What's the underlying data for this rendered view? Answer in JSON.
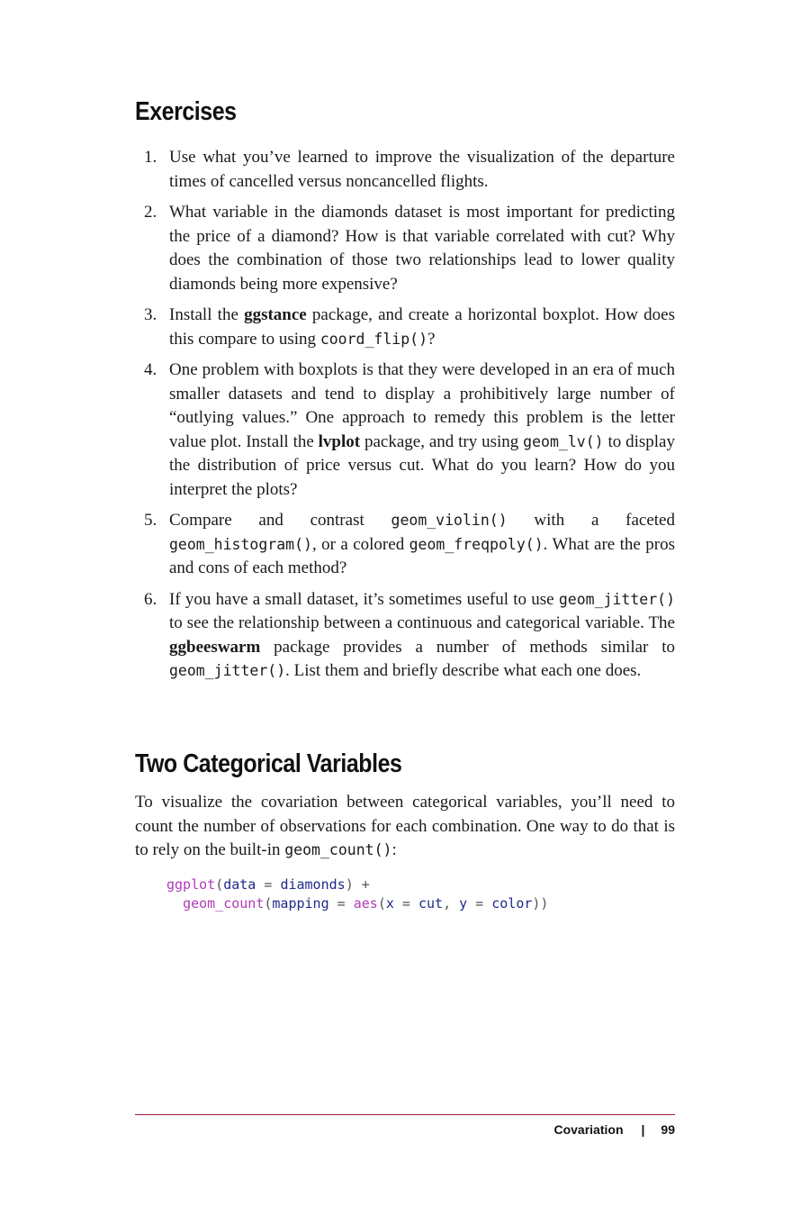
{
  "sections": {
    "exercises_title": "Exercises",
    "two_cat_title": "Two Categorical Variables"
  },
  "exercises": [
    {
      "num": "1.",
      "parts": [
        {
          "t": "text",
          "v": "Use what you’ve learned to improve the visualization of the departure times of cancelled versus noncancelled flights."
        }
      ]
    },
    {
      "num": "2.",
      "parts": [
        {
          "t": "text",
          "v": "What variable in the diamonds dataset is most important for predicting the price of a diamond? How is that variable correlated with cut? Why does the combination of those two relationships lead to lower quality diamonds being more expensive?"
        }
      ]
    },
    {
      "num": "3.",
      "parts": [
        {
          "t": "text",
          "v": "Install the "
        },
        {
          "t": "bold",
          "v": "ggstance"
        },
        {
          "t": "text",
          "v": " package, and create a horizontal boxplot. How does this compare to using "
        },
        {
          "t": "code",
          "v": "coord_flip()"
        },
        {
          "t": "text",
          "v": "?"
        }
      ]
    },
    {
      "num": "4.",
      "parts": [
        {
          "t": "text",
          "v": "One problem with boxplots is that they were developed in an era of much smaller datasets and tend to display a prohibitively large number of “outlying values.” One approach to remedy this problem is the letter value plot. Install the "
        },
        {
          "t": "bold",
          "v": "lvplot"
        },
        {
          "t": "text",
          "v": " package, and try using "
        },
        {
          "t": "code",
          "v": "geom_lv()"
        },
        {
          "t": "text",
          "v": " to display the distribution of price versus cut. What do you learn? How do you interpret the plots?"
        }
      ]
    },
    {
      "num": "5.",
      "parts": [
        {
          "t": "text",
          "v": "Compare and contrast "
        },
        {
          "t": "code",
          "v": "geom_violin()"
        },
        {
          "t": "text",
          "v": " with a faceted "
        },
        {
          "t": "code",
          "v": "geom_histogram()"
        },
        {
          "t": "text",
          "v": ", or a colored "
        },
        {
          "t": "code",
          "v": "geom_freqpoly()"
        },
        {
          "t": "text",
          "v": ". What are the pros and cons of each method?"
        }
      ]
    },
    {
      "num": "6.",
      "parts": [
        {
          "t": "text",
          "v": "If you have a small dataset, it’s sometimes useful to use "
        },
        {
          "t": "code",
          "v": "geom_jitter()"
        },
        {
          "t": "text",
          "v": " to see the relationship between a continuous and categorical variable. The "
        },
        {
          "t": "bold",
          "v": "ggbeeswarm"
        },
        {
          "t": "text",
          "v": " package provides a number of methods similar to "
        },
        {
          "t": "code",
          "v": "geom_jitter()"
        },
        {
          "t": "text",
          "v": ". List them and briefly describe what each one does."
        }
      ]
    }
  ],
  "paragraph": {
    "text": "To visualize the covariation between categorical variables, you’ll need to count the number of observations for each combination. One way to do that is to rely on the built-in ",
    "code": "geom_count()",
    "end": ":"
  },
  "code_block": {
    "line1": [
      {
        "c": "fn",
        "v": "ggplot"
      },
      {
        "c": "op",
        "v": "("
      },
      {
        "c": "kw",
        "v": "data"
      },
      {
        "c": "op",
        "v": " = "
      },
      {
        "c": "kw",
        "v": "diamonds"
      },
      {
        "c": "op",
        "v": ") +"
      }
    ],
    "line2": [
      {
        "c": "op",
        "v": "  "
      },
      {
        "c": "fn",
        "v": "geom_count"
      },
      {
        "c": "op",
        "v": "("
      },
      {
        "c": "kw",
        "v": "mapping"
      },
      {
        "c": "op",
        "v": " = "
      },
      {
        "c": "fn",
        "v": "aes"
      },
      {
        "c": "op",
        "v": "("
      },
      {
        "c": "kw",
        "v": "x"
      },
      {
        "c": "op",
        "v": " = "
      },
      {
        "c": "kw",
        "v": "cut"
      },
      {
        "c": "op",
        "v": ", "
      },
      {
        "c": "kw",
        "v": "y"
      },
      {
        "c": "op",
        "v": " = "
      },
      {
        "c": "kw",
        "v": "color"
      },
      {
        "c": "op",
        "v": "))"
      }
    ]
  },
  "footer": {
    "chapter": "Covariation",
    "separator": "|",
    "page": "99"
  },
  "colors": {
    "rule": "#9e1c32",
    "code_function": "#b03bb8",
    "code_identifier": "#1f2a8a"
  }
}
